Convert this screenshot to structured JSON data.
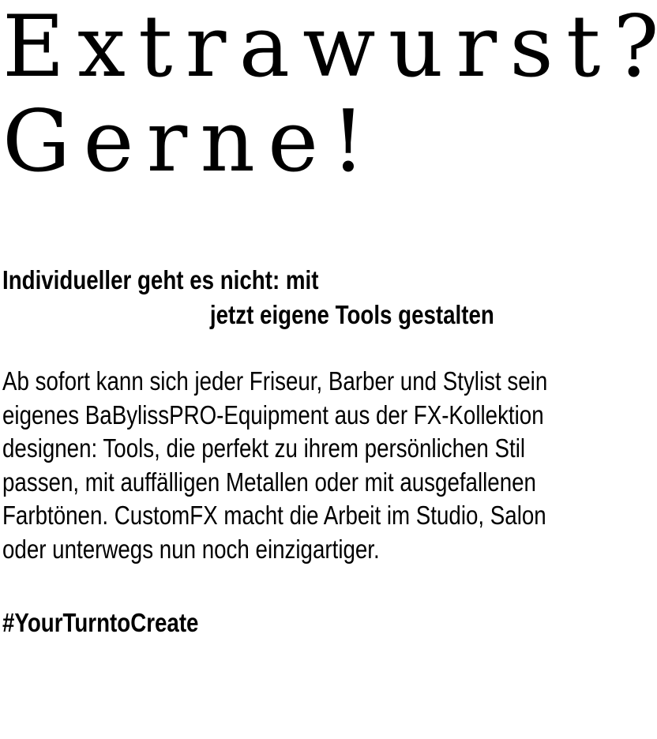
{
  "page": {
    "background_color": "#ffffff",
    "text_color": "#000000"
  },
  "headline": {
    "lines": [
      "Extrawurst?",
      "Gerne!"
    ]
  },
  "subheading": {
    "line1": "Individueller geht es nicht: mit",
    "line2": "jetzt eigene Tools gestalten"
  },
  "body": {
    "lines": [
      "Ab sofort kann sich jeder Friseur, Barber und Stylist sein",
      "eigenes BaBylissPRO-Equipment aus der FX-Kollektion",
      "designen: Tools, die perfekt zu ihrem persönlichen Stil",
      "passen, mit auffälligen Metallen oder mit ausgefallenen",
      "Farbtönen. CustomFX macht die Arbeit im Studio, Salon",
      "oder unterwegs nun noch einzigartiger."
    ]
  },
  "hashtag": {
    "label": "#YourTurntoCreate"
  }
}
